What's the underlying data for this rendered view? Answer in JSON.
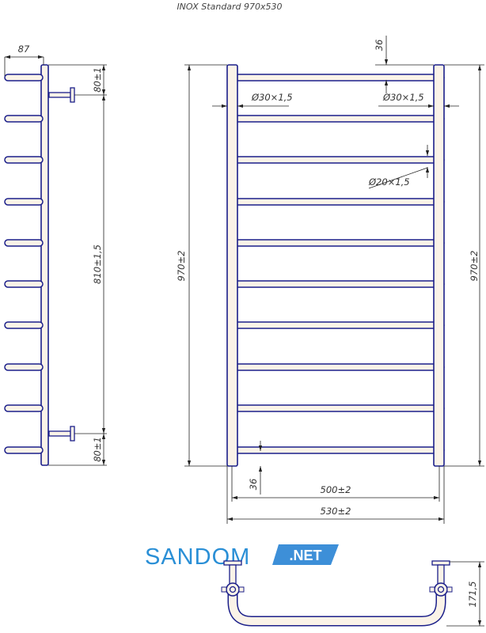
{
  "title": "INOX Standard 970x530",
  "dimensions": {
    "side_depth": "87",
    "side_top_offset": "80±1",
    "side_bottom_offset": "80±1",
    "side_mount_span": "810±1,5",
    "front_overall_height_left": "970±2",
    "front_overall_height_right": "970±2",
    "top_offset": "36",
    "bottom_offset": "36",
    "pipe_left": "Ø30×1,5",
    "pipe_right": "Ø30×1,5",
    "rung_pipe": "Ø20×1,5",
    "inner_width": "500±2",
    "overall_width": "530±2",
    "bottom_projection": "171,5"
  },
  "brand": {
    "name": "SANDOM",
    "badge": ".NET",
    "colors": {
      "primary": "#2a8fd6",
      "badge_bg": "#3d8fd8"
    }
  },
  "colors": {
    "frame_outline": "#1b1f8a",
    "frame_fill": "#fbf3e8",
    "dimension_lines": "#222222"
  }
}
